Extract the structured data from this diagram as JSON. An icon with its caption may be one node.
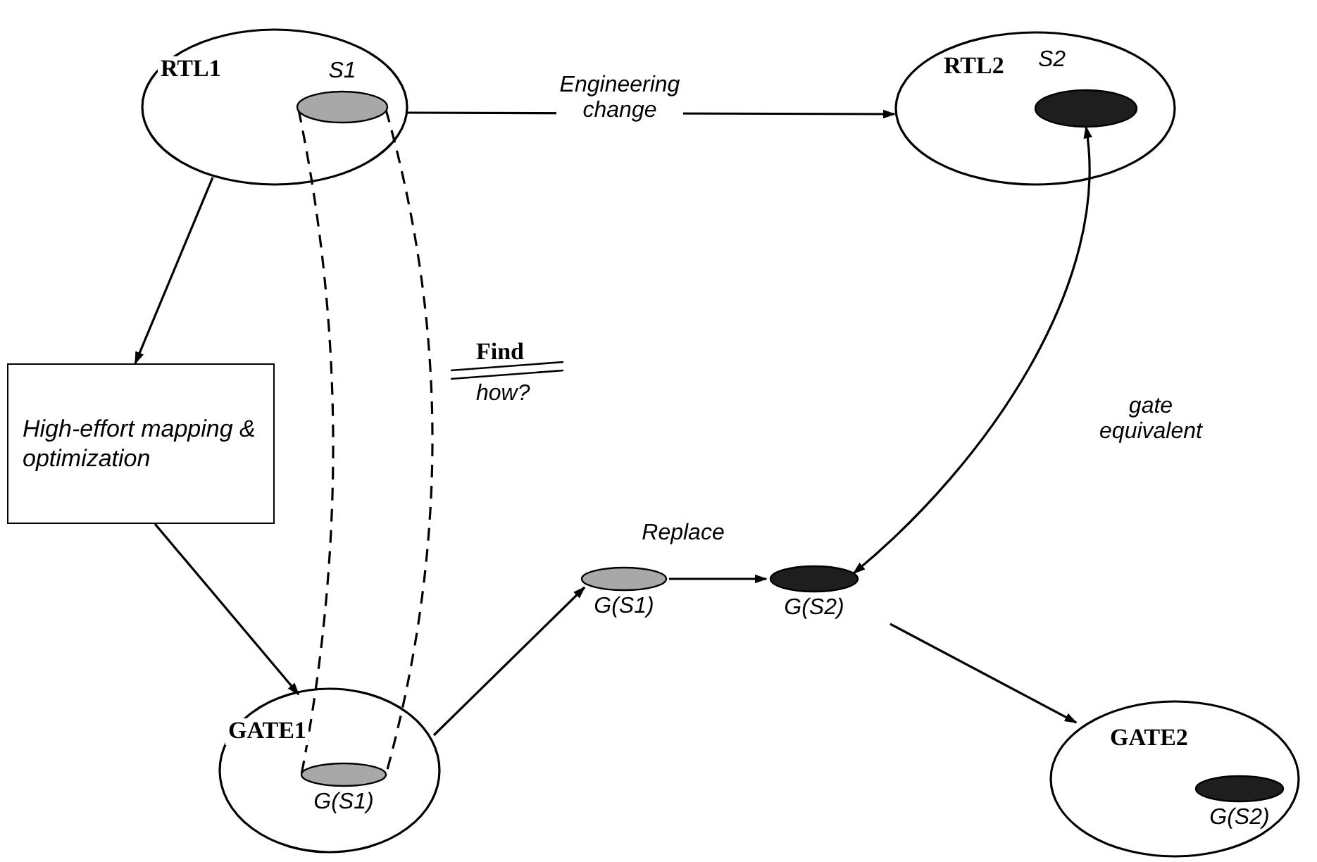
{
  "diagram": {
    "nodes": [
      {
        "text": [
          "RTL1"
        ]
      },
      {
        "text": [
          "S1"
        ],
        "in": 0
      },
      {
        "text": [
          "RTL2"
        ]
      },
      {
        "text": [
          "S2"
        ],
        "in": 2
      },
      {
        "text": [
          "High-effort mapping & optimization"
        ]
      },
      {
        "text": [
          "GATE1"
        ]
      },
      {
        "text": [
          "G(S1)"
        ],
        "in": 5
      },
      {
        "text": [
          "G(S1)"
        ]
      },
      {
        "text": [
          "G(S2)"
        ]
      },
      {
        "text": [
          "GATE2"
        ]
      },
      {
        "text": [
          "G(S2)"
        ],
        "in": 9
      }
    ],
    "edges": [
      {
        "from": 0,
        "to": 2,
        "arrow": "to",
        "label": "Engineering change"
      },
      {
        "from": 0,
        "to": 4,
        "arrow": "to"
      },
      {
        "from": 4,
        "to": 5,
        "arrow": "to"
      },
      {
        "from": 5,
        "to": 7,
        "arrow": "to"
      },
      {
        "from": 7,
        "to": 8,
        "arrow": "to",
        "label": "Replace"
      },
      {
        "from": 8,
        "to": 3,
        "arrow": "both",
        "label": "gate equivalent"
      },
      {
        "from": 8,
        "to": 9,
        "arrow": "to"
      },
      {
        "from": 1,
        "to": 6,
        "arrow": "none",
        "style": "dashed"
      },
      {
        "from": 1,
        "to": 6,
        "arrow": "none",
        "style": "dashed"
      }
    ],
    "labels": [
      "Find",
      "how?"
    ]
  }
}
